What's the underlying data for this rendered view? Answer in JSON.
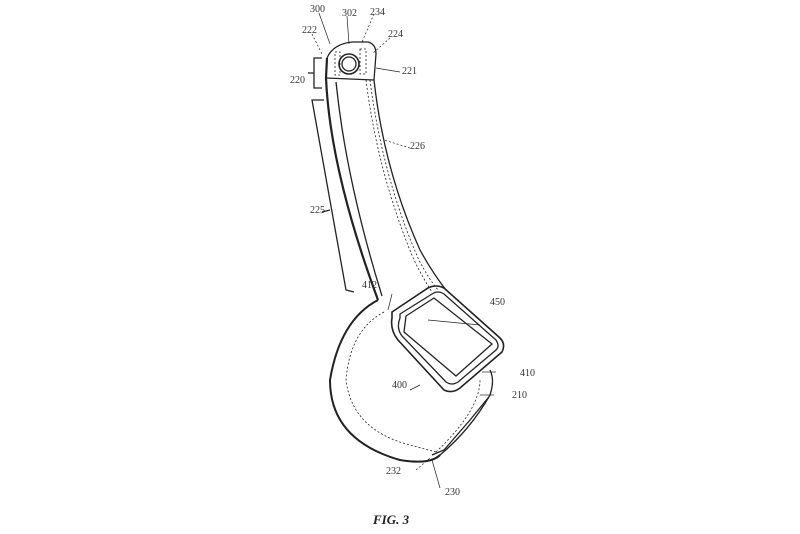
{
  "figure": {
    "caption": "FIG. 3",
    "labels": {
      "l300": "300",
      "l302": "302",
      "l234": "234",
      "l222": "222",
      "l224": "224",
      "l221": "221",
      "l220": "220",
      "l226": "226",
      "l225": "225",
      "l412": "412",
      "l450": "450",
      "l400": "400",
      "l410": "410",
      "l210": "210",
      "l232": "232",
      "l230": "230"
    }
  }
}
